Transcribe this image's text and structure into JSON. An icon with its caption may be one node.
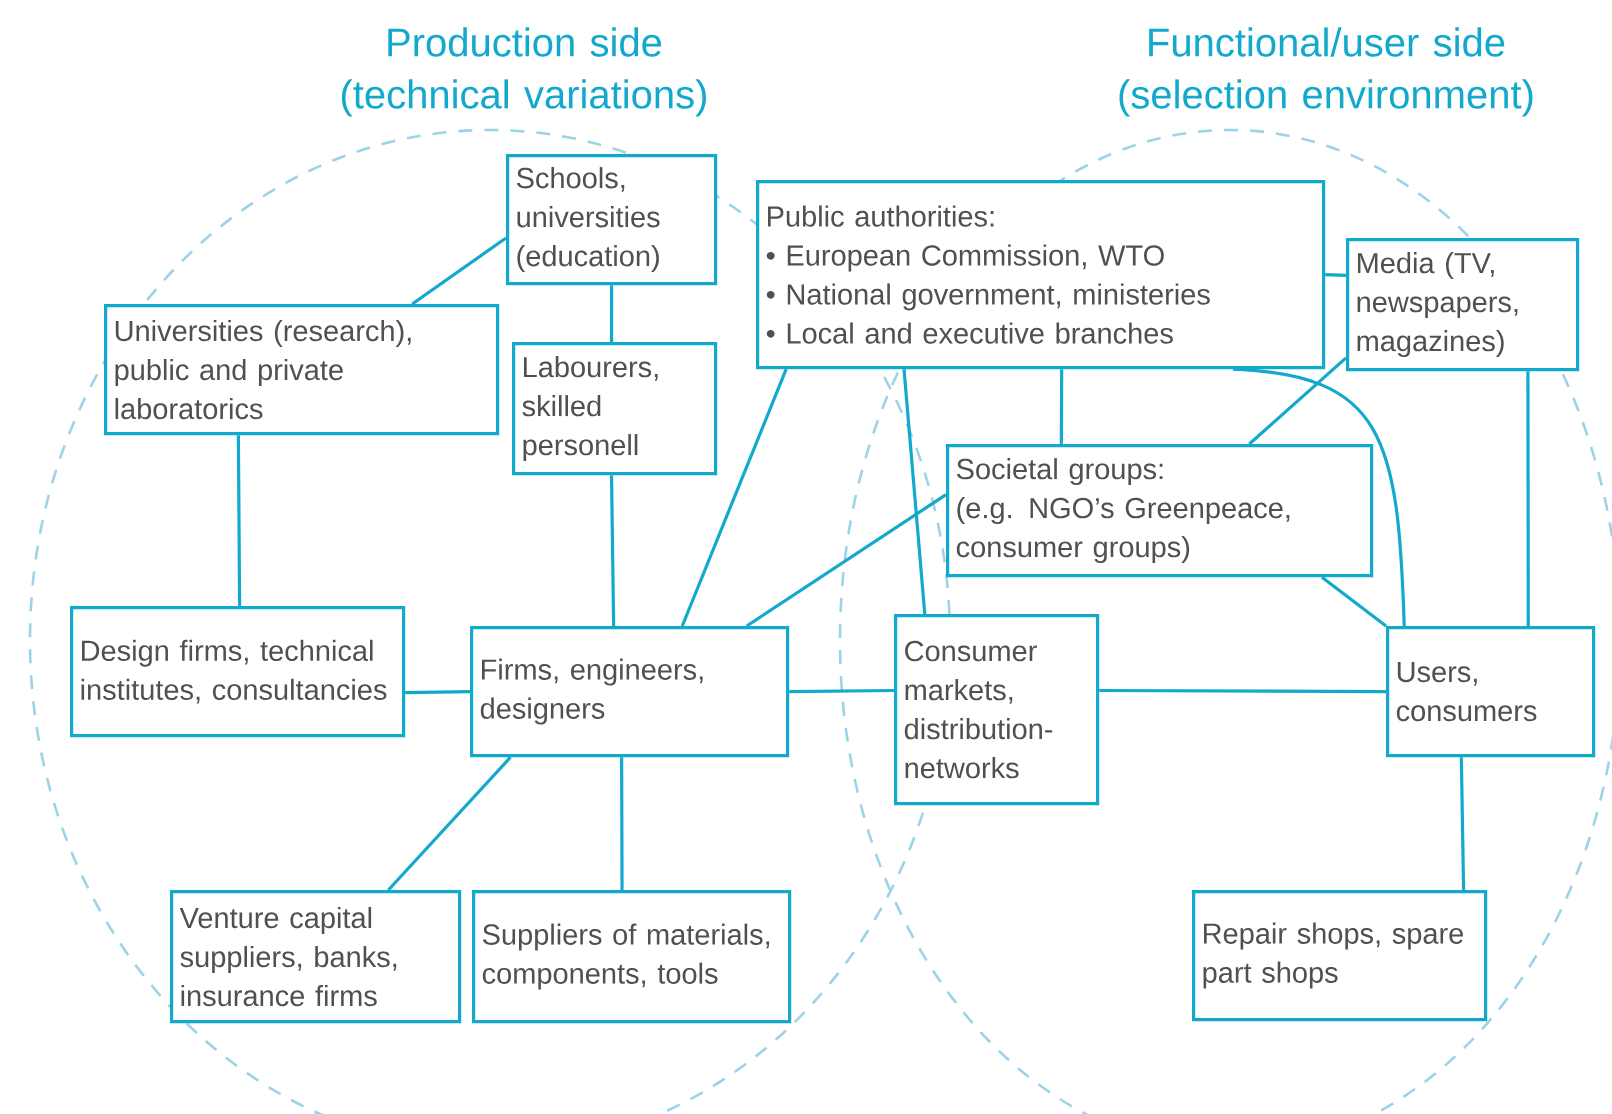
{
  "diagram": {
    "nodes": [
      {
        "text": [
          "Schools, universities (education)"
        ]
      },
      {
        "text": [
          "Universities (research), public and private laboratorics"
        ]
      },
      {
        "text": [
          "Labourers, skilled personell"
        ]
      },
      {
        "text": [
          "Public authorities:",
          "• European Commission, WTO",
          "• National government, ministeries",
          "• Local and executive branches"
        ]
      },
      {
        "text": [
          "Media (TV, newspapers, magazines)"
        ]
      },
      {
        "text": [
          "Societal groups:",
          "(e.g. NGO’s Greenpeace, consumer groups)"
        ]
      },
      {
        "text": [
          "Design firms, technical institutes, consultancies"
        ]
      },
      {
        "text": [
          "Firms, engineers, designers"
        ]
      },
      {
        "text": [
          "Consumer markets, distribution-networks"
        ]
      },
      {
        "text": [
          "Users, consumers"
        ]
      },
      {
        "text": [
          "Venture capital suppliers, banks, insurance firms"
        ]
      },
      {
        "text": [
          "Suppliers of materials, components, tools"
        ]
      },
      {
        "text": [
          "Repair shops, spare part shops"
        ]
      }
    ],
    "edges": [
      {
        "from": 0,
        "to": 1,
        "arrow": "none"
      },
      {
        "from": 0,
        "to": 2,
        "arrow": "none"
      },
      {
        "from": 1,
        "to": 6,
        "arrow": "none"
      },
      {
        "from": 2,
        "to": 7,
        "arrow": "none"
      },
      {
        "from": 3,
        "to": 7,
        "arrow": "none"
      },
      {
        "from": 5,
        "to": 7,
        "arrow": "none"
      },
      {
        "from": 3,
        "to": 8,
        "arrow": "none"
      },
      {
        "from": 3,
        "to": 5,
        "arrow": "none"
      },
      {
        "from": 3,
        "to": 4,
        "arrow": "none"
      },
      {
        "from": 3,
        "to": 9,
        "arrow": "none"
      },
      {
        "from": 4,
        "to": 5,
        "arrow": "none"
      },
      {
        "from": 5,
        "to": 9,
        "arrow": "none"
      },
      {
        "from": 4,
        "to": 9,
        "arrow": "none"
      },
      {
        "from": 6,
        "to": 7,
        "arrow": "none"
      },
      {
        "from": 7,
        "to": 8,
        "arrow": "none"
      },
      {
        "from": 8,
        "to": 9,
        "arrow": "none"
      },
      {
        "from": 7,
        "to": 10,
        "arrow": "none"
      },
      {
        "from": 7,
        "to": 11,
        "arrow": "none"
      },
      {
        "from": 9,
        "to": 12,
        "arrow": "none"
      }
    ],
    "labels": [
      "Production side (technical variations)",
      "Functional/user side (selection environment)"
    ]
  }
}
